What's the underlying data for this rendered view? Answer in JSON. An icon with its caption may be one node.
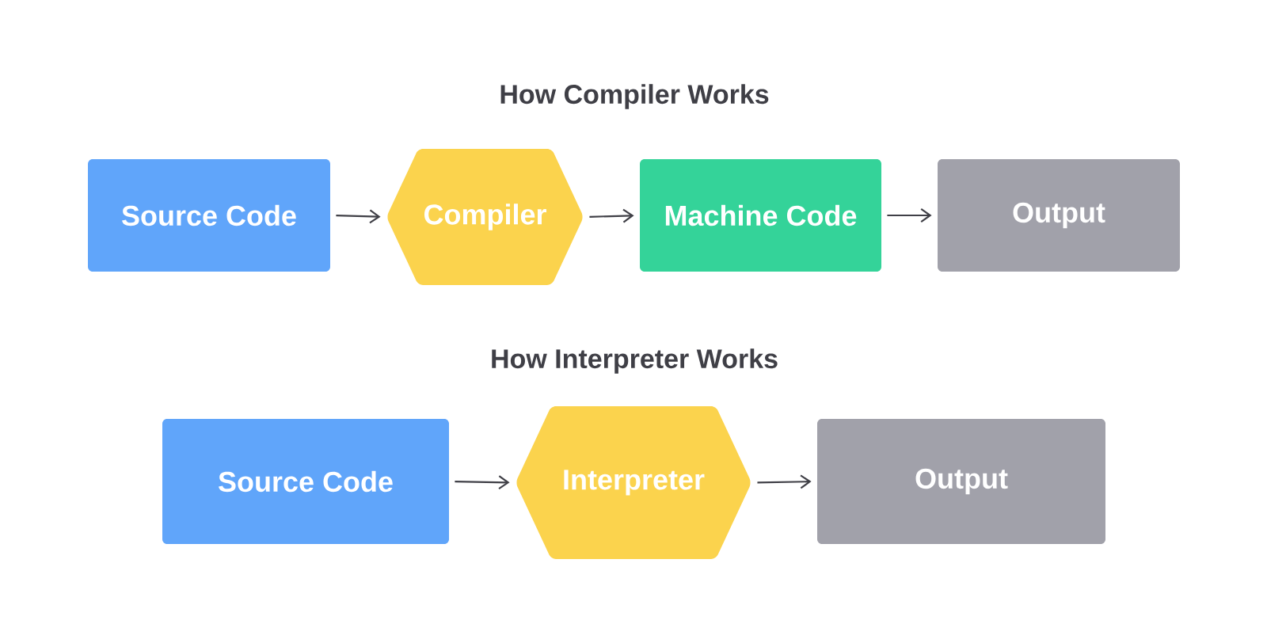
{
  "diagram": {
    "title": "How Compiler Works",
    "nodes": [
      {
        "text": [
          "Source Code"
        ]
      },
      {
        "text": [
          "Compiler"
        ]
      },
      {
        "text": [
          "Machine Code"
        ]
      },
      {
        "text": [
          "Output"
        ]
      },
      {
        "text": [
          "Source Code"
        ]
      },
      {
        "text": [
          "Interpreter"
        ]
      },
      {
        "text": [
          "Output"
        ]
      }
    ],
    "edges": [
      {
        "from": 0,
        "to": 1,
        "arrow": "to"
      },
      {
        "from": 1,
        "to": 2,
        "arrow": "to"
      },
      {
        "from": 2,
        "to": 3,
        "arrow": "to"
      },
      {
        "from": 4,
        "to": 5,
        "arrow": "to"
      },
      {
        "from": 5,
        "to": 6,
        "arrow": "to"
      }
    ],
    "labels": [
      "How Interpreter Works"
    ]
  }
}
